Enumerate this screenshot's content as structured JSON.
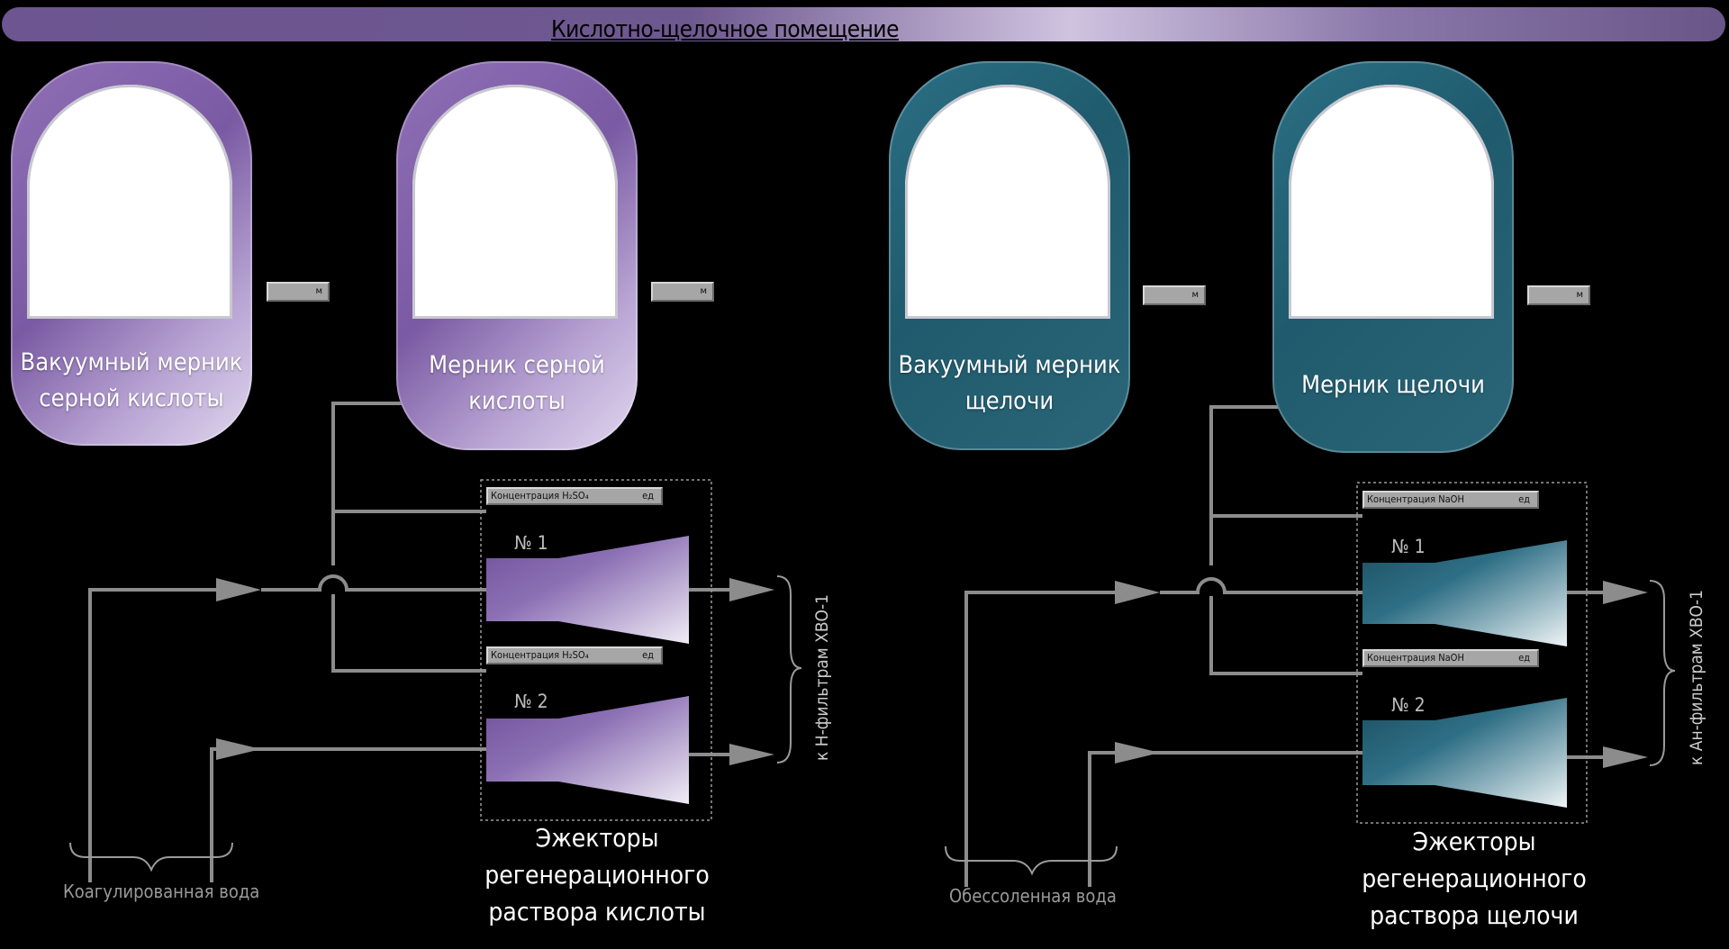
{
  "title": "Кислотно-щелочное помещение",
  "colors": {
    "acid": "#7a5aa3",
    "alkali": "#1f5a6d",
    "pipe": "#8c8c8c"
  },
  "tanks": [
    {
      "label1": "Вакуумный мерник",
      "label2": "серной кислоты",
      "level_unit": "м"
    },
    {
      "label1": "Мерник серной",
      "label2": "кислоты",
      "level_unit": "м"
    },
    {
      "label1": "Вакуумный мерник",
      "label2": "щелочи",
      "level_unit": "м"
    },
    {
      "label1": "Мерник щелочи",
      "label2": "",
      "level_unit": "м"
    }
  ],
  "acid_section": {
    "concentration": [
      {
        "label": "Концентрация H₂SO₄",
        "unit": "ед"
      },
      {
        "label": "Концентрация H₂SO₄",
        "unit": "ед"
      }
    ],
    "ejectors": [
      "№ 1",
      "№ 2"
    ],
    "caption": [
      "Эжекторы",
      "регенерационного",
      "раствора кислоты"
    ],
    "inlet_water": "Коагулированная вода",
    "outlet": "к Н-фильтрам ХВО-1"
  },
  "alkali_section": {
    "concentration": [
      {
        "label": "Концентрация NaOH",
        "unit": "ед"
      },
      {
        "label": "Концентрация NaOH",
        "unit": "ед"
      }
    ],
    "ejectors": [
      "№ 1",
      "№ 2"
    ],
    "caption": [
      "Эжекторы",
      "регенерационного",
      "раствора щелочи"
    ],
    "inlet_water": "Обессоленная вода",
    "outlet": "к Ан-фильтрам ХВО-1"
  }
}
